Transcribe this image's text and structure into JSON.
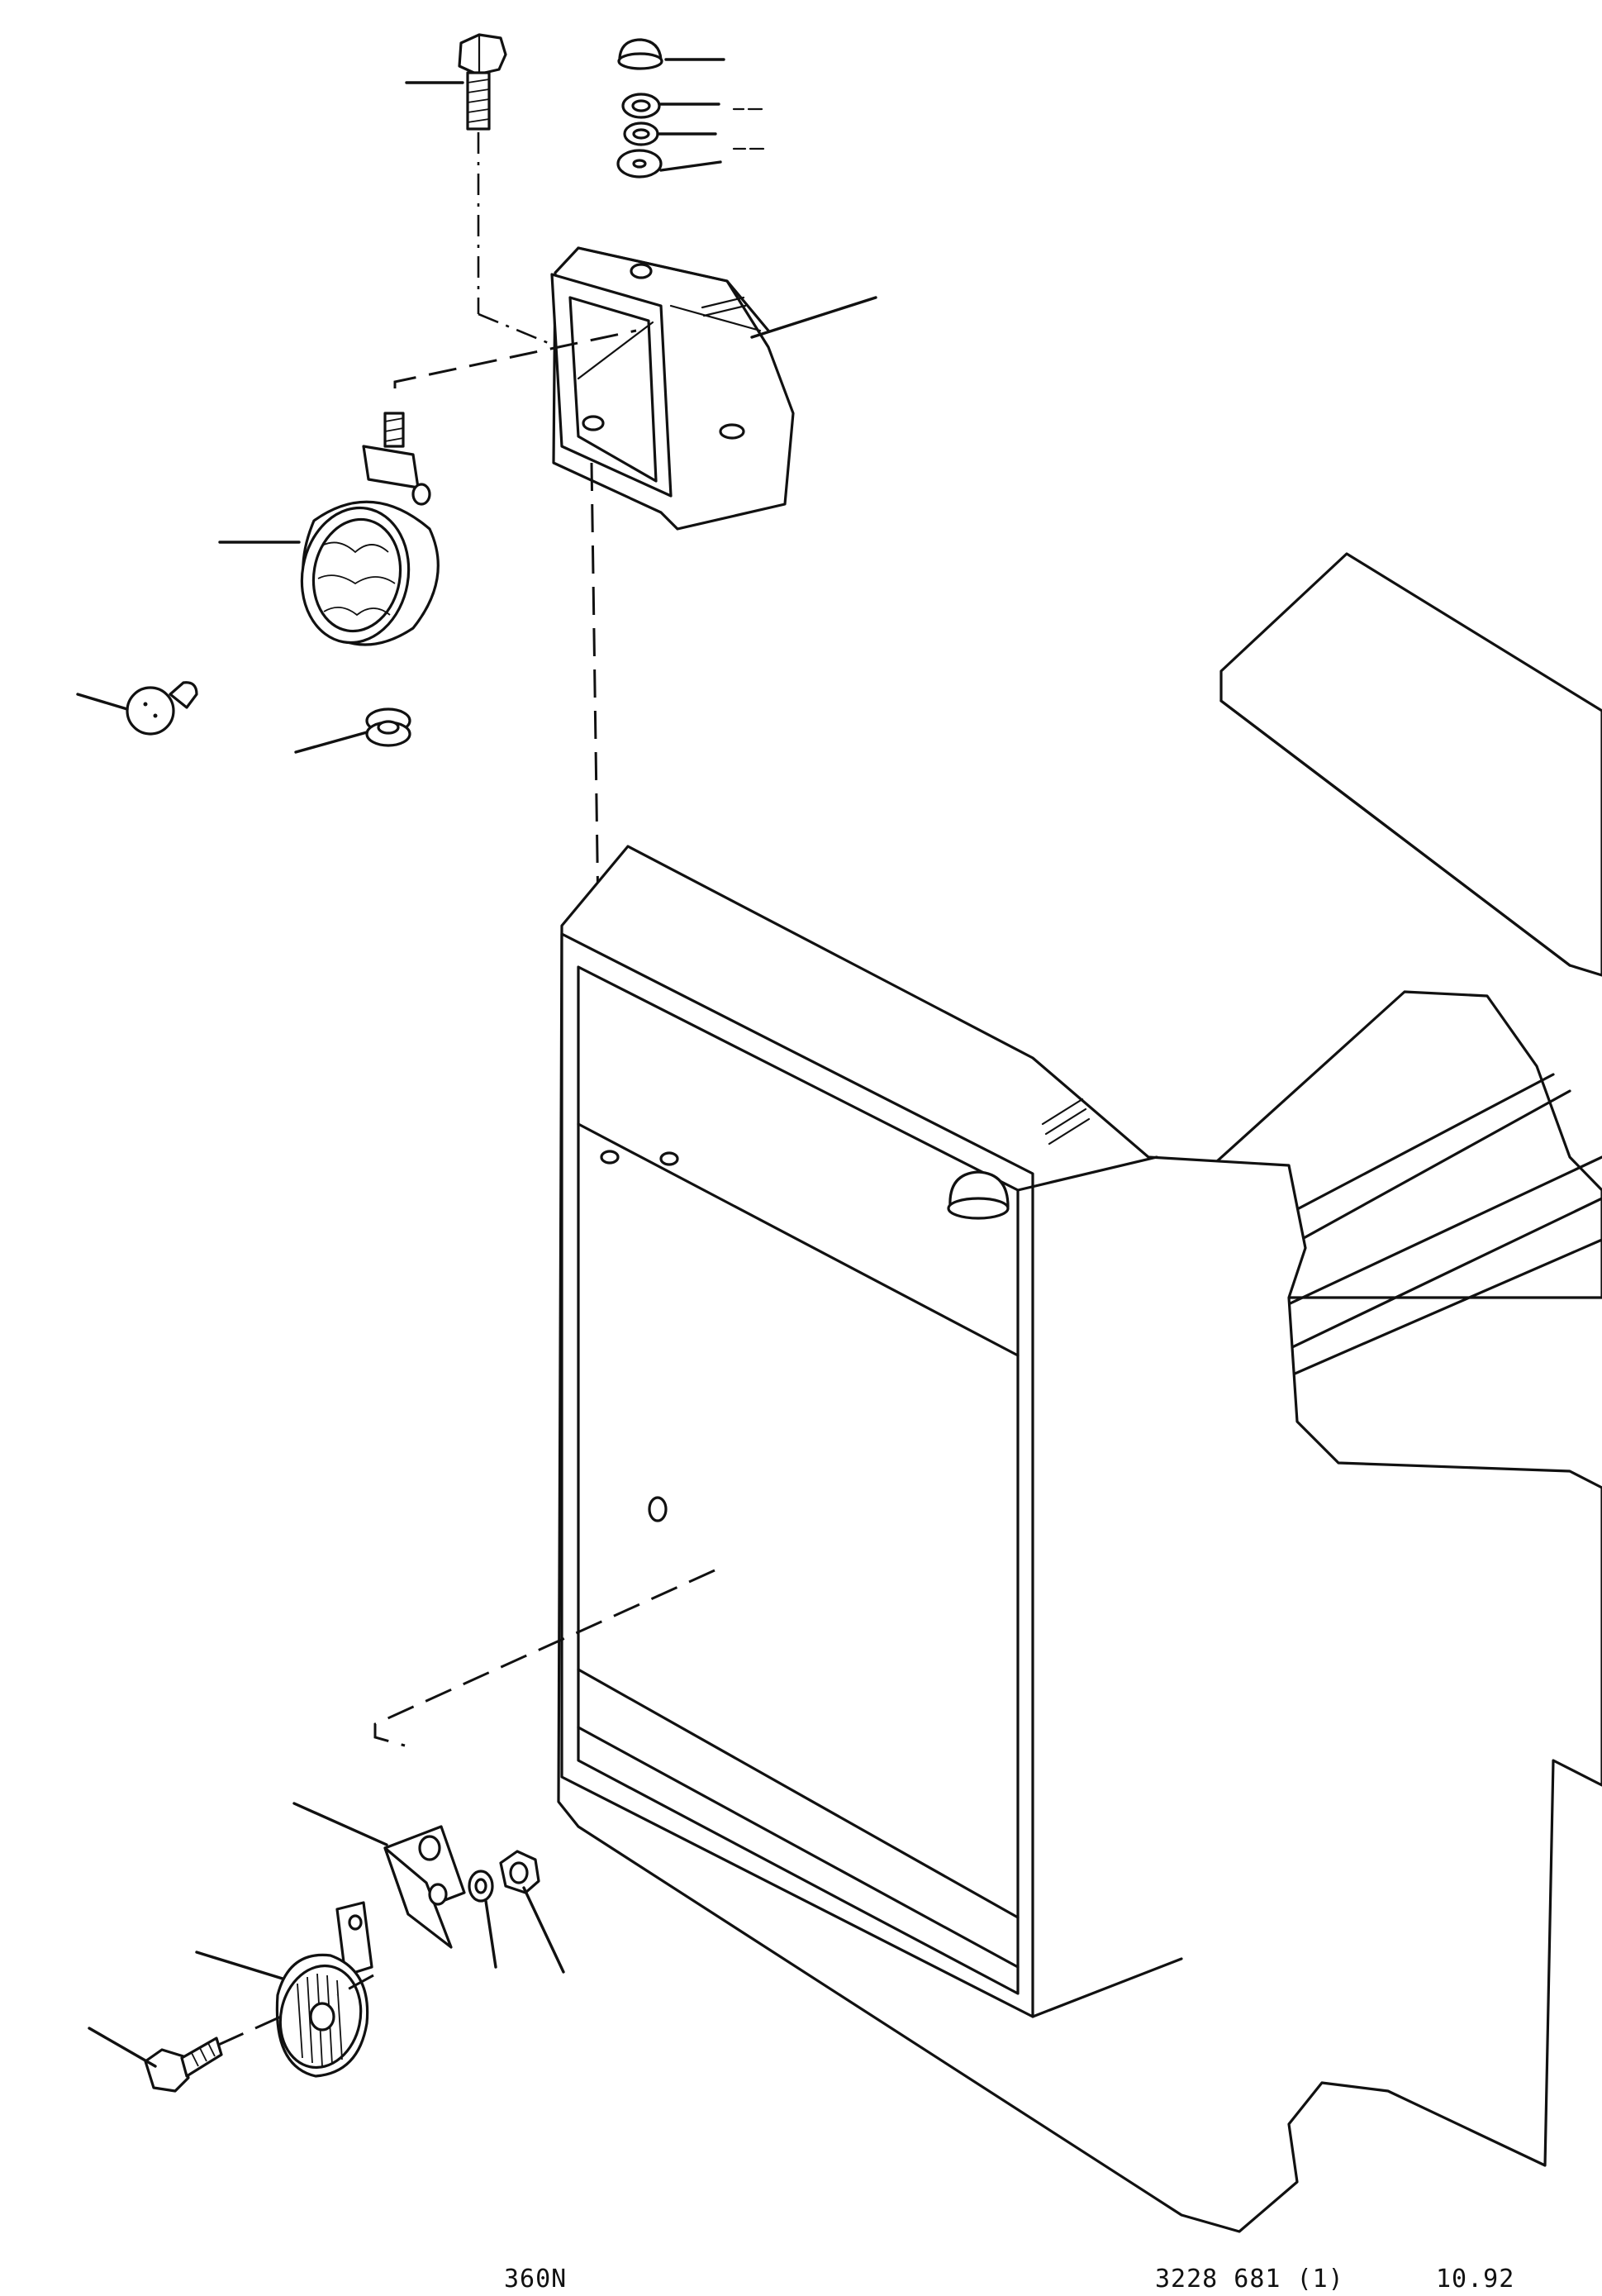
{
  "footer": {
    "model": "360N",
    "drawing_ref": "3228 681 (1)",
    "date": "10.92"
  },
  "callout_count": 15
}
